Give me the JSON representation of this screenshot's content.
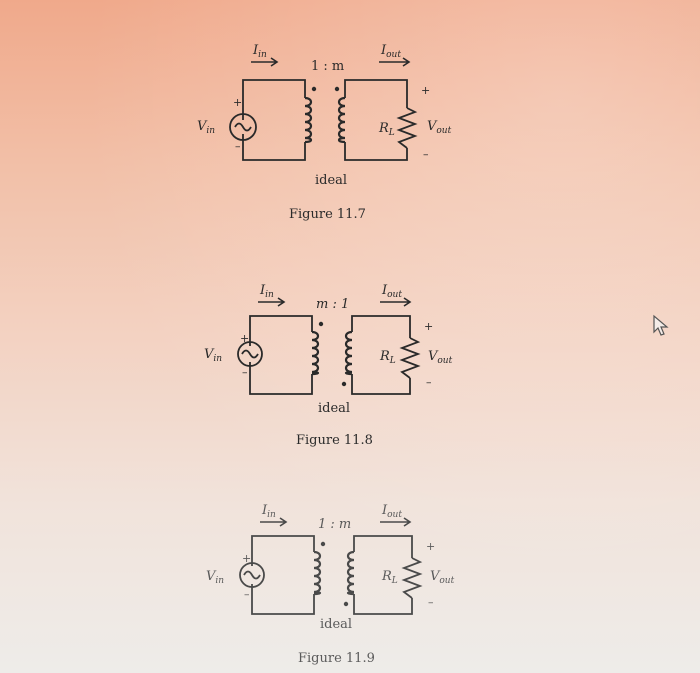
{
  "figures": [
    {
      "caption": "Figure 11.7",
      "ratio": "1 : m",
      "core_label": "ideal",
      "dots": "top-top",
      "labels": {
        "i_in": "I",
        "i_in_sub": "in",
        "i_out": "I",
        "i_out_sub": "out",
        "v_in": "V",
        "v_in_sub": "in",
        "v_out": "V",
        "v_out_sub": "out",
        "r_load": "R",
        "r_load_sub": "L",
        "plus": "+",
        "minus": "–"
      }
    },
    {
      "caption": "Figure 11.8",
      "ratio": "m : 1",
      "core_label": "ideal",
      "dots": "top-bottom",
      "labels": {
        "i_in": "I",
        "i_in_sub": "in",
        "i_out": "I",
        "i_out_sub": "out",
        "v_in": "V",
        "v_in_sub": "in",
        "v_out": "V",
        "v_out_sub": "out",
        "r_load": "R",
        "r_load_sub": "L",
        "plus": "+",
        "minus": "–"
      }
    },
    {
      "caption": "Figure 11.9",
      "ratio": "1 : m",
      "core_label": "ideal",
      "dots": "top-bottom",
      "labels": {
        "i_in": "I",
        "i_in_sub": "in",
        "i_out": "I",
        "i_out_sub": "out",
        "v_in": "V",
        "v_in_sub": "in",
        "v_out": "V",
        "v_out_sub": "out",
        "r_load": "R",
        "r_load_sub": "L",
        "plus": "+",
        "minus": "–"
      }
    }
  ],
  "cursor_icon": "mouse-pointer-icon",
  "colors": {
    "ink": "#2a2a2a",
    "ink_faded": "#5a5a5a",
    "bg_top": "#f0a98b",
    "bg_bottom": "#eeece9"
  }
}
